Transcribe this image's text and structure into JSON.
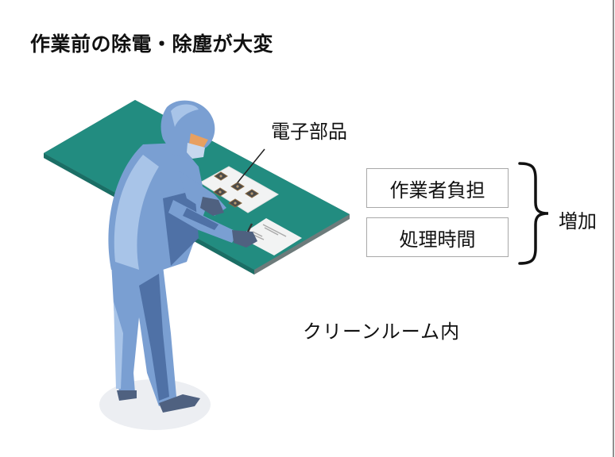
{
  "title": "作業前の除電・除塵が大変",
  "illustration": {
    "subject": "cleanroom-worker-at-workbench",
    "components_label": "電子部品",
    "component_count": 5,
    "colors": {
      "board": "#228c80",
      "board_edge": "#1a6e65",
      "board_side": "#6a7a7a",
      "suit_light": "#a8c4e8",
      "suit_mid": "#7a9fd2",
      "suit_dark": "#4f71a6",
      "glove": "#4f6180",
      "face": "#e8a060",
      "mask": "#c6d8ee",
      "tray": "#f2f3f3",
      "shadow": "#eceef2"
    }
  },
  "factors": {
    "items": [
      {
        "label": "作業者負担"
      },
      {
        "label": "処理時間"
      }
    ],
    "result": "増加"
  },
  "location_label": "クリーンルーム内"
}
